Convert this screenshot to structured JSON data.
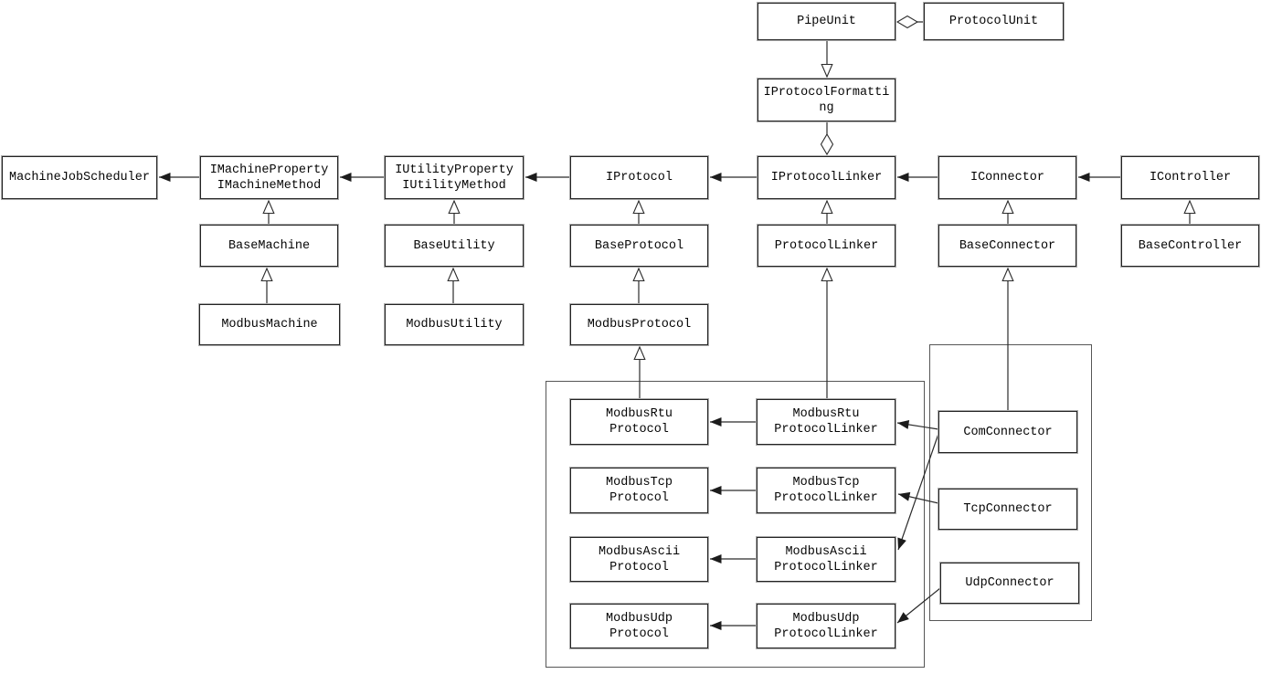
{
  "diagram": {
    "kind": "uml-class-diagram",
    "line_color": "#2b2b2b",
    "box_fill": "#ffffff",
    "box_border": "#222222",
    "group_border": "#565656"
  },
  "nodes": {
    "pipe_unit": {
      "label": "PipeUnit"
    },
    "protocol_unit": {
      "label": "ProtocolUnit"
    },
    "iprotocol_formatting": {
      "line1": "IProtocolFormatti",
      "line2": "ng"
    },
    "machine_job_scheduler": {
      "label": "MachineJobScheduler"
    },
    "imachine": {
      "line1": "IMachineProperty",
      "line2": "IMachineMethod"
    },
    "iutility": {
      "line1": "IUtilityProperty",
      "line2": "IUtilityMethod"
    },
    "iprotocol": {
      "label": "IProtocol"
    },
    "iprotocol_linker": {
      "label": "IProtocolLinker"
    },
    "iconnector": {
      "label": "IConnector"
    },
    "icontroller": {
      "label": "IController"
    },
    "base_machine": {
      "label": "BaseMachine"
    },
    "base_utility": {
      "label": "BaseUtility"
    },
    "base_protocol": {
      "label": "BaseProtocol"
    },
    "protocol_linker": {
      "label": "ProtocolLinker"
    },
    "base_connector": {
      "label": "BaseConnector"
    },
    "base_controller": {
      "label": "BaseController"
    },
    "modbus_machine": {
      "label": "ModbusMachine"
    },
    "modbus_utility": {
      "label": "ModbusUtility"
    },
    "modbus_protocol": {
      "label": "ModbusProtocol"
    },
    "modbus_rtu_protocol": {
      "line1": "ModbusRtu",
      "line2": "Protocol"
    },
    "modbus_rtu_protocol_linker": {
      "line1": "ModbusRtu",
      "line2": "ProtocolLinker"
    },
    "modbus_tcp_protocol": {
      "line1": "ModbusTcp",
      "line2": "Protocol"
    },
    "modbus_tcp_protocol_linker": {
      "line1": "ModbusTcp",
      "line2": "ProtocolLinker"
    },
    "modbus_ascii_protocol": {
      "line1": "ModbusAscii",
      "line2": "Protocol"
    },
    "modbus_ascii_protocol_linker": {
      "line1": "ModbusAscii",
      "line2": "ProtocolLinker"
    },
    "modbus_udp_protocol": {
      "line1": "ModbusUdp",
      "line2": "Protocol"
    },
    "modbus_udp_protocol_linker": {
      "line1": "ModbusUdp",
      "line2": "ProtocolLinker"
    },
    "com_connector": {
      "label": "ComConnector"
    },
    "tcp_connector": {
      "label": "TcpConnector"
    },
    "udp_connector": {
      "label": "UdpConnector"
    }
  },
  "edges": [
    {
      "from": "PipeUnit",
      "to": "ProtocolUnit",
      "type": "aggregation"
    },
    {
      "from": "PipeUnit",
      "to": "IProtocolFormatting",
      "type": "generalization"
    },
    {
      "from": "IProtocolFormatting",
      "to": "IProtocolLinker",
      "type": "aggregation"
    },
    {
      "from": "IMachineProperty/IMachineMethod",
      "to": "MachineJobScheduler",
      "type": "association"
    },
    {
      "from": "IUtilityProperty/IUtilityMethod",
      "to": "IMachineProperty/IMachineMethod",
      "type": "association"
    },
    {
      "from": "IProtocol",
      "to": "IUtilityProperty/IUtilityMethod",
      "type": "association"
    },
    {
      "from": "IProtocolLinker",
      "to": "IProtocol",
      "type": "association"
    },
    {
      "from": "IConnector",
      "to": "IProtocolLinker",
      "type": "association"
    },
    {
      "from": "IController",
      "to": "IConnector",
      "type": "association"
    },
    {
      "from": "BaseMachine",
      "to": "IMachineProperty/IMachineMethod",
      "type": "generalization"
    },
    {
      "from": "BaseUtility",
      "to": "IUtilityProperty/IUtilityMethod",
      "type": "generalization"
    },
    {
      "from": "BaseProtocol",
      "to": "IProtocol",
      "type": "generalization"
    },
    {
      "from": "ProtocolLinker",
      "to": "IProtocolLinker",
      "type": "generalization"
    },
    {
      "from": "BaseConnector",
      "to": "IConnector",
      "type": "generalization"
    },
    {
      "from": "BaseController",
      "to": "IController",
      "type": "generalization"
    },
    {
      "from": "ModbusMachine",
      "to": "BaseMachine",
      "type": "generalization"
    },
    {
      "from": "ModbusUtility",
      "to": "BaseUtility",
      "type": "generalization"
    },
    {
      "from": "ModbusProtocol",
      "to": "BaseProtocol",
      "type": "generalization"
    },
    {
      "from": "ModbusRtuProtocol",
      "to": "ModbusProtocol",
      "type": "generalization"
    },
    {
      "from": "ModbusRtuProtocolLinker",
      "to": "ProtocolLinker",
      "type": "generalization"
    },
    {
      "from": "ComConnector",
      "to": "BaseConnector",
      "type": "generalization"
    },
    {
      "from": "ModbusRtuProtocolLinker",
      "to": "ModbusRtuProtocol",
      "type": "association"
    },
    {
      "from": "ModbusTcpProtocolLinker",
      "to": "ModbusTcpProtocol",
      "type": "association"
    },
    {
      "from": "ModbusAsciiProtocolLinker",
      "to": "ModbusAsciiProtocol",
      "type": "association"
    },
    {
      "from": "ModbusUdpProtocolLinker",
      "to": "ModbusUdpProtocol",
      "type": "association"
    },
    {
      "from": "ComConnector",
      "to": "ModbusRtuProtocolLinker",
      "type": "association"
    },
    {
      "from": "ComConnector",
      "to": "ModbusAsciiProtocolLinker",
      "type": "association"
    },
    {
      "from": "TcpConnector",
      "to": "ModbusTcpProtocolLinker",
      "type": "association"
    },
    {
      "from": "UdpConnector",
      "to": "ModbusUdpProtocolLinker",
      "type": "association"
    }
  ]
}
